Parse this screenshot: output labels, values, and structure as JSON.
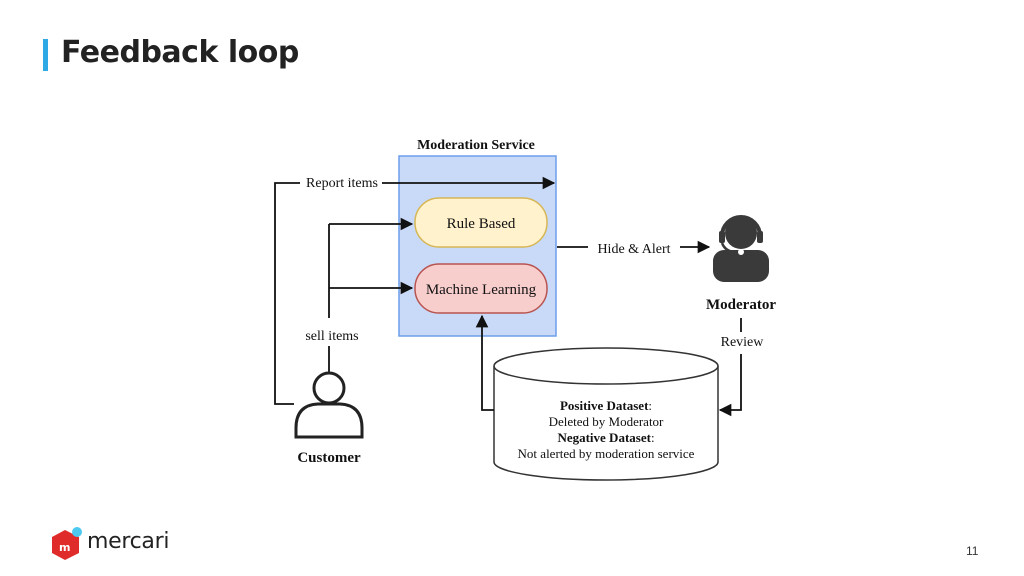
{
  "slide": {
    "title": "Feedback loop",
    "page_number": "11",
    "accent_color": "#2fa8e6"
  },
  "brand": {
    "name": "mercari",
    "icon": "mercari-logo-icon",
    "colors": {
      "red": "#e02b2b",
      "blue": "#4dc9f0"
    }
  },
  "diagram": {
    "service_title": "Moderation Service",
    "rule_based": "Rule Based",
    "machine_learning": "Machine Learning",
    "report_items": "Report items",
    "sell_items": "sell items",
    "hide_alert": "Hide & Alert",
    "review": "Review",
    "moderator": "Moderator",
    "customer": "Customer",
    "dataset": {
      "positive_label": "Positive Dataset",
      "positive_desc": "Deleted by Moderator",
      "negative_label": "Negative Dataset",
      "negative_desc": "Not alerted by moderation service",
      "colon": ":"
    },
    "colors": {
      "service_fill": "#c9daf8",
      "service_border": "#6d9eeb",
      "rule_fill": "#fff2cc",
      "rule_border": "#d6b656",
      "ml_fill": "#f8cecc",
      "ml_border": "#b85450"
    }
  }
}
